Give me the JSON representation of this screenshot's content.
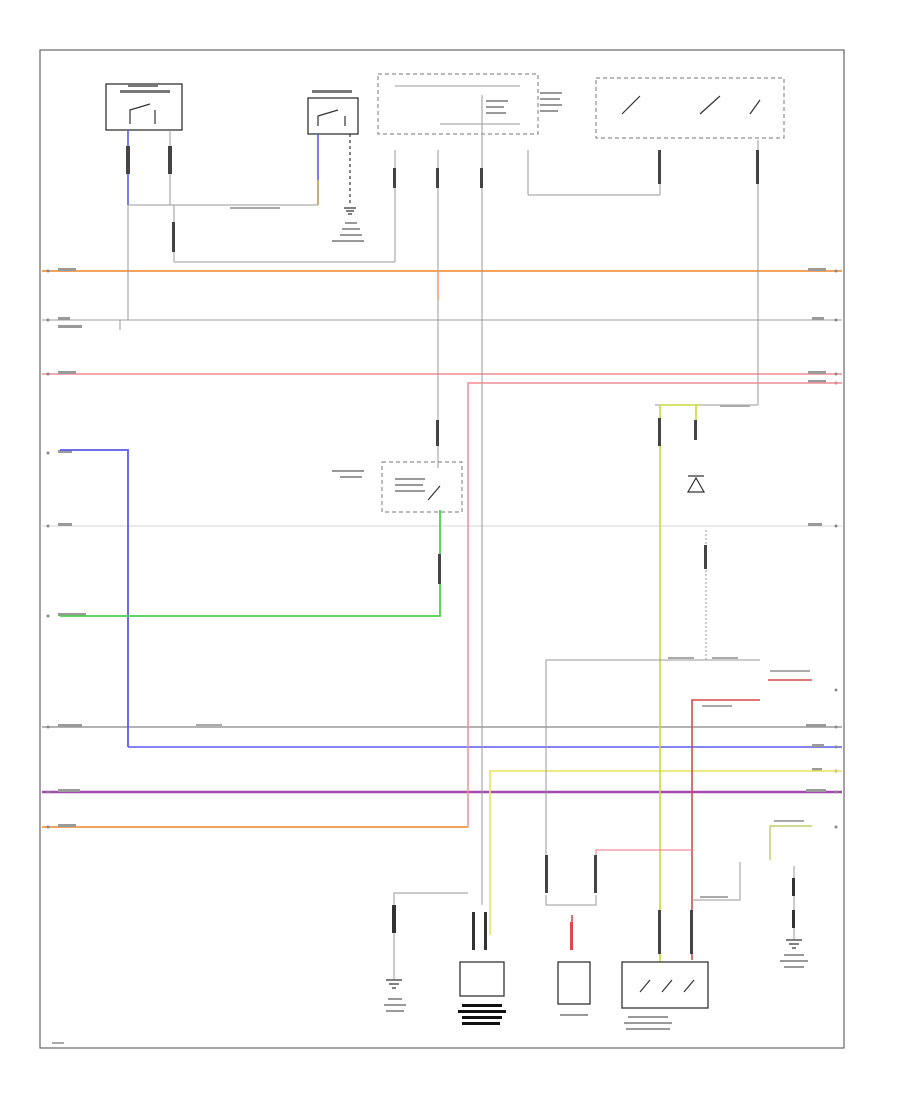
{
  "page": {
    "number": ""
  },
  "components": [
    {
      "id": "comp-1",
      "lines": [
        ""
      ]
    },
    {
      "id": "comp-2",
      "lines": [
        ""
      ]
    },
    {
      "id": "comp-3",
      "lines": [
        ""
      ]
    },
    {
      "id": "comp-4",
      "lines": [
        ""
      ]
    },
    {
      "id": "comp-5",
      "lines": [
        ""
      ]
    },
    {
      "id": "comp-6",
      "lines": [
        ""
      ]
    },
    {
      "id": "comp-7",
      "lines": [
        ""
      ]
    },
    {
      "id": "comp-8",
      "lines": [
        ""
      ]
    },
    {
      "id": "comp-9",
      "lines": [
        ""
      ]
    },
    {
      "id": "comp-10",
      "lines": [
        ""
      ]
    },
    {
      "id": "comp-11",
      "lines": [
        ""
      ]
    }
  ],
  "buses": [
    {
      "id": "bus-orange-top",
      "color": "#f5a25a",
      "left_label": "",
      "right_label": ""
    },
    {
      "id": "bus-gray",
      "color": "#bdbdbd",
      "left_label": "",
      "right_label": ""
    },
    {
      "id": "bus-pink",
      "color": "#f28c96",
      "left_label": "",
      "right_label": ""
    },
    {
      "id": "bus-blue",
      "color": "#5a5af2",
      "left_label": "",
      "right_label": ""
    },
    {
      "id": "bus-lightgray",
      "color": "#dddddd",
      "left_label": "",
      "right_label": ""
    },
    {
      "id": "bus-green",
      "color": "#4fcf4f",
      "left_label": "",
      "right_label": ""
    },
    {
      "id": "bus-darkgray",
      "color": "#9a9a9a",
      "left_label": "",
      "right_label": ""
    },
    {
      "id": "bus-yellow",
      "color": "#e8e35a",
      "left_label": "",
      "right_label": ""
    },
    {
      "id": "bus-purple",
      "color": "#a24ab0",
      "left_label": "",
      "right_label": ""
    },
    {
      "id": "bus-orange-bottom",
      "color": "#f5a25a",
      "left_label": "",
      "right_label": ""
    }
  ],
  "colors": {
    "orange": "#f5a25a",
    "pink": "#f28c96",
    "blue": "#5a5af2",
    "green": "#4fcf4f",
    "purple": "#a24ab0",
    "yellow": "#e8e35a",
    "red": "#d94a4a",
    "gray": "#aaaaaa",
    "black": "#333333",
    "frame": "#666666"
  }
}
